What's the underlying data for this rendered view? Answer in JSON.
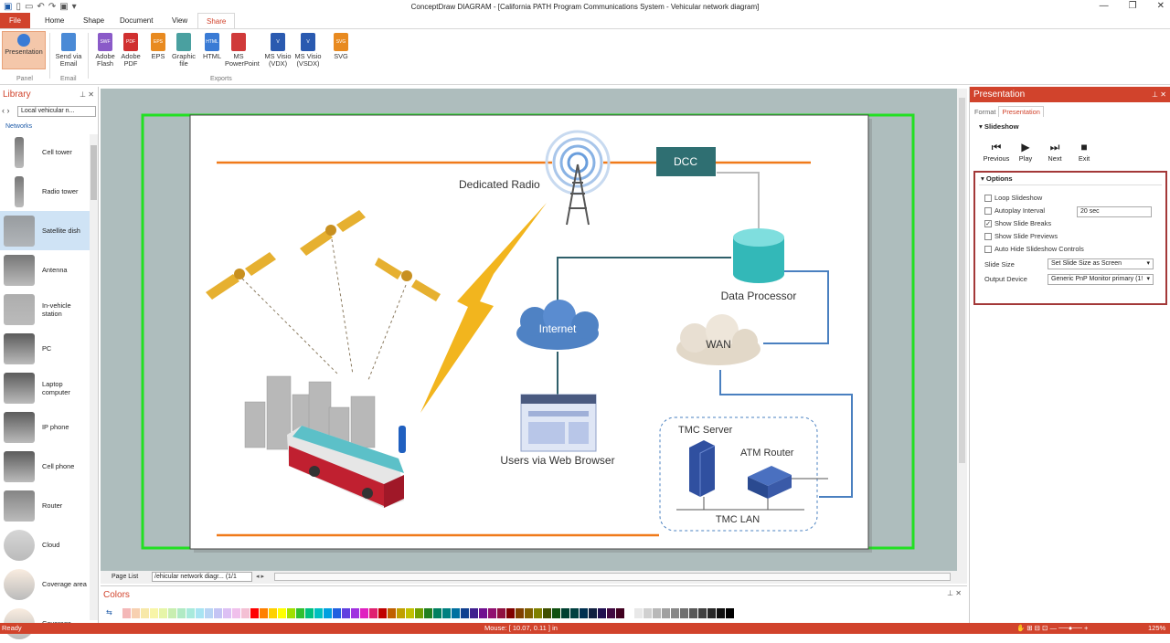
{
  "app": {
    "title": "ConceptDraw DIAGRAM - [California PATH Program Communications System - Vehicular network diagram]"
  },
  "tabs": [
    {
      "label": "File"
    },
    {
      "label": "Home"
    },
    {
      "label": "Shape"
    },
    {
      "label": "Document"
    },
    {
      "label": "View"
    },
    {
      "label": "Share"
    }
  ],
  "ribbon": {
    "presentation": "Presentation",
    "send_email": "Send via\nEmail",
    "exports": [
      "Adobe\nFlash",
      "Adobe\nPDF",
      "EPS",
      "Graphic\nfile",
      "HTML",
      "MS\nPowerPoint",
      "MS Visio\n(VDX)",
      "MS Visio\n(VSDX)",
      "SVG"
    ],
    "groups": {
      "panel": "Panel",
      "email": "Email",
      "exports": "Exports"
    },
    "icon_labels": [
      "SWF",
      "PDF",
      "EPS",
      "",
      "HTML",
      "",
      "V",
      "V",
      "SVG"
    ]
  },
  "library": {
    "title": "Library",
    "selector": "Local vehicular n...",
    "section": "Networks",
    "items": [
      {
        "label": "Cell tower"
      },
      {
        "label": "Radio tower"
      },
      {
        "label": "Satellite dish"
      },
      {
        "label": "Antenna"
      },
      {
        "label": "In-vehicle station"
      },
      {
        "label": "PC"
      },
      {
        "label": "Laptop computer"
      },
      {
        "label": "IP phone"
      },
      {
        "label": "Cell phone"
      },
      {
        "label": "Router"
      },
      {
        "label": "Cloud"
      },
      {
        "label": "Coverage area"
      },
      {
        "label": "Coverage"
      }
    ]
  },
  "diagram": {
    "dedicated_radio": "Dedicated Radio",
    "dcc": "DCC",
    "data_processor": "Data Processor",
    "internet": "Internet",
    "wan": "WAN",
    "users": "Users via Web Browser",
    "tmc_server": "TMC Server",
    "atm_router": "ATM Router",
    "tmc_lan": "TMC LAN"
  },
  "pagebar": {
    "page_list": "Page List",
    "page_tab": "/ehicular network diagr... (1/1"
  },
  "colors": {
    "title": "Colors",
    "palette": [
      "#f4b8b8",
      "#f7d0b0",
      "#f7e8a8",
      "#f8f5a8",
      "#e6f5a8",
      "#c8eeb0",
      "#b0eac4",
      "#a8eadc",
      "#a8e4f2",
      "#b8d4f4",
      "#c4c4f4",
      "#dcc0f4",
      "#f0c0ec",
      "#f4c0d4",
      "#ff0000",
      "#ff8000",
      "#ffd000",
      "#ffff00",
      "#a0e000",
      "#30c030",
      "#00c080",
      "#00c0c0",
      "#00a0e0",
      "#2060e0",
      "#6040e0",
      "#a030e0",
      "#e020c0",
      "#e02070",
      "#c00000",
      "#c06000",
      "#c0a000",
      "#c0c000",
      "#70a000",
      "#208020",
      "#008060",
      "#008080",
      "#0070a0",
      "#104090",
      "#402090",
      "#701090",
      "#901070",
      "#901040",
      "#800000",
      "#804000",
      "#806000",
      "#808000",
      "#405000",
      "#105010",
      "#004030",
      "#004040",
      "#003050",
      "#102040",
      "#201050",
      "#400840",
      "#400020",
      "#ffffff",
      "#e8e8e8",
      "#d0d0d0",
      "#b8b8b8",
      "#a0a0a0",
      "#888888",
      "#707070",
      "#585858",
      "#404040",
      "#282828",
      "#101010",
      "#000000"
    ]
  },
  "presentation": {
    "title": "Presentation",
    "tabs": [
      "Format",
      "Presentation"
    ],
    "slideshow": "Slideshow",
    "controls": [
      {
        "glyph": "⏮",
        "label": "Previous"
      },
      {
        "glyph": "▶",
        "label": "Play"
      },
      {
        "glyph": "⏭",
        "label": "Next"
      },
      {
        "glyph": "■",
        "label": "Exit"
      }
    ],
    "options": "Options",
    "checks": [
      {
        "label": "Loop Slideshow",
        "checked": ""
      },
      {
        "label": "Autoplay Interval",
        "checked": ""
      },
      {
        "label": "Show Slide Breaks",
        "checked": "✓"
      },
      {
        "label": "Show Slide Previews",
        "checked": ""
      },
      {
        "label": "Auto Hide Slideshow Controls",
        "checked": ""
      }
    ],
    "interval": "20  sec",
    "slide_size_label": "Slide Size",
    "slide_size": "Set Slide Size as Screen",
    "output_label": "Output Device",
    "output": "Generic PnP Monitor primary (1!"
  },
  "status": {
    "ready": "Ready",
    "mouse": "Mouse: [ 10.07, 0.11 ] in",
    "zoom": "125%"
  }
}
